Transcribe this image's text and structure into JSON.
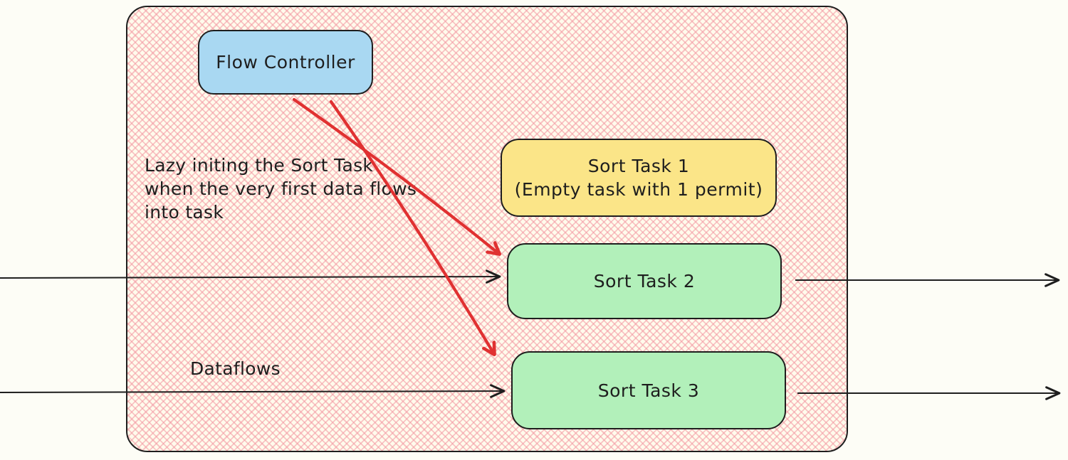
{
  "diagram": {
    "kind": "excalidraw-style flow diagram",
    "container": {
      "description": "large rounded rectangle filled with pink cross-hatch pattern",
      "border_color": "#1e1e1e",
      "hatch_color": "#f396a1",
      "base_fill": "#fffbec"
    },
    "nodes": {
      "flow_controller": {
        "label": "Flow Controller",
        "fill": "#a9d8f2"
      },
      "sort_task_1": {
        "label": "Sort Task 1",
        "sublabel": "(Empty task with 1 permit)",
        "fill": "#fbe588"
      },
      "sort_task_2": {
        "label": "Sort Task 2",
        "fill": "#b2f0ba"
      },
      "sort_task_3": {
        "label": "Sort Task 3",
        "fill": "#b2f0ba"
      }
    },
    "annotations": {
      "lazy_note": "Lazy initing the Sort Task\nwhen the very first data flows\ninto task",
      "dataflows_label": "Dataflows"
    },
    "arrows": {
      "red_color": "#e03131",
      "black_color": "#1e1e1e",
      "red_arrows": [
        {
          "from": "flow_controller",
          "to": "sort_task_2"
        },
        {
          "from": "flow_controller",
          "to": "sort_task_3"
        }
      ],
      "black_arrows": [
        {
          "name": "dataflow-into-sort-task-2",
          "direction": "left-to-right"
        },
        {
          "name": "dataflow-out-of-sort-task-2",
          "direction": "left-to-right"
        },
        {
          "name": "dataflow-into-sort-task-3",
          "direction": "left-to-right"
        },
        {
          "name": "dataflow-out-of-sort-task-3",
          "direction": "left-to-right"
        }
      ]
    }
  }
}
